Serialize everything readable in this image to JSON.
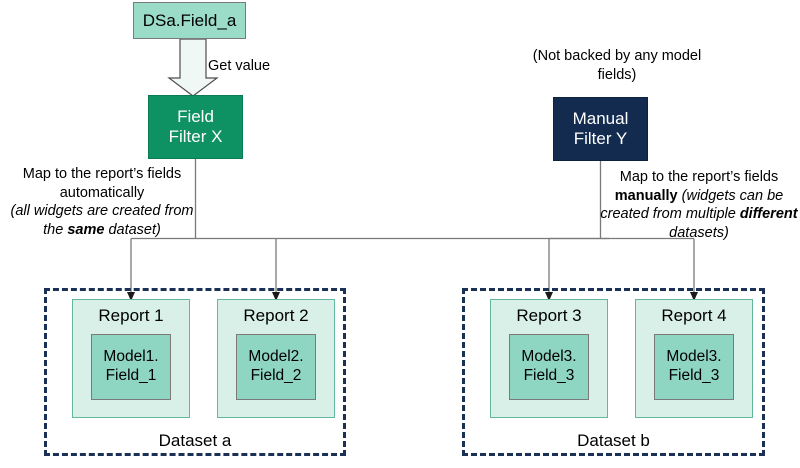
{
  "diagram": {
    "source_field": {
      "label": "DSa.Field_a"
    },
    "get_value_label": "Get value",
    "field_filter": {
      "line1": "Field",
      "line2": "Filter X"
    },
    "manual_filter": {
      "line1": "Manual",
      "line2": "Filter Y"
    },
    "annotations": {
      "not_backed": "(Not backed by any model fields)",
      "auto_mapping_html": "Map to the report&rsquo;s fields automatically<br><i>(all widgets are created from the <b>same</b> dataset)</i>",
      "manual_mapping_html": "Map to the report&rsquo;s fields <b>manually</b> <i>(widgets can be created from multiple <b>different</b> datasets)</i>"
    },
    "datasets": [
      {
        "name": "Dataset a",
        "reports": [
          {
            "title": "Report 1",
            "model_line1": "Model1.",
            "model_line2": "Field_1"
          },
          {
            "title": "Report 2",
            "model_line1": "Model2.",
            "model_line2": "Field_2"
          }
        ]
      },
      {
        "name": "Dataset b",
        "reports": [
          {
            "title": "Report 3",
            "model_line1": "Model3.",
            "model_line2": "Field_3"
          },
          {
            "title": "Report 4",
            "model_line1": "Model3.",
            "model_line2": "Field_3"
          }
        ]
      }
    ],
    "colors": {
      "source_field_fill": "#9BDCC8",
      "field_filter_fill": "#0E9163",
      "manual_filter_fill": "#122B4F",
      "report_fill": "#D9F0E9",
      "model_fill": "#8FD6C2",
      "dataset_border": "#1B3055",
      "connector_line": "#7A7A7A",
      "background": "#FFFFFF"
    }
  }
}
